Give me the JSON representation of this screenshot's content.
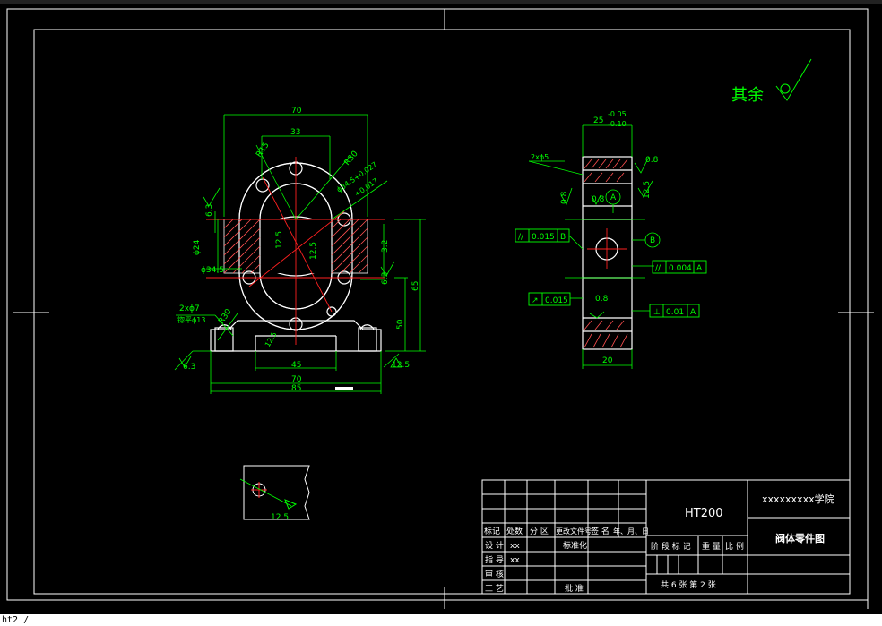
{
  "drawing": {
    "title_block": {
      "material": "HT200",
      "school": "xxxxxxxxx学院",
      "part_name": "阀体零件图",
      "row_headers": [
        "标记",
        "处数",
        "分 区",
        "更改文件号",
        "签 名",
        "年、月、日"
      ],
      "design_label": "设 计",
      "design_value": "xx",
      "standard_label": "标准化",
      "guide_label": "指 导",
      "guide_value": "xx",
      "review_label": "审 核",
      "process_label": "工 艺",
      "approve_label": "批 准",
      "stage_label": "阶 段 标 记",
      "weight_label": "重 量",
      "scale_label": "比 例",
      "sheet_info": "共 6 张   第 2 张"
    },
    "roughness_note": "其余",
    "front_view_dims": {
      "d70_top": "70",
      "d33": "33",
      "r15": "R15",
      "r30": "R30",
      "dia_bore": "ϕ34.5+0.027",
      "dia_bore_tol": "+0.017",
      "d6_3": "6.3",
      "d24": "ϕ24",
      "d34_5": "ϕ34.5",
      "d12_5a": "12.5",
      "d12_5b": "12.5",
      "d3_2": "3.2",
      "d6_3b": "6.3",
      "d65": "65",
      "d50": "50",
      "holes": "2xϕ7",
      "holes_sub": "锪平ϕ13",
      "r30b": "R30",
      "d45": "45",
      "d70_bot": "70",
      "d85": "85",
      "d6_3c": "6.3",
      "d12_5c": "12.5",
      "d12_5d": "12.5"
    },
    "side_view_dims": {
      "d25": "25",
      "tol_upper": "-0.05",
      "tol_lower": "-0.10",
      "holes_note": "2xϕ5",
      "r08a": "0.8",
      "r08b": "0.8",
      "r08c": "0.8",
      "r08d": "0.8",
      "d12_5": "12.5",
      "datum_a": "A",
      "datum_b": "B",
      "tol1_sym": "//",
      "tol1_val": "0.015",
      "tol1_ref": "B",
      "tol2_sym": "//",
      "tol2_val": "0.004",
      "tol2_ref": "A",
      "tol3_sym": "↗",
      "tol3_val": "0.015",
      "tol4_sym": "⊥",
      "tol4_val": "0.01",
      "tol4_ref": "A",
      "d20": "20"
    },
    "detail_view": {
      "roughness": "12.5"
    }
  },
  "command_line": "ht2 /",
  "colors": {
    "background": "#000000",
    "outline": "#ffffff",
    "dimension": "#00ff00",
    "center": "#ff0000",
    "hatch": "#ff4040"
  }
}
